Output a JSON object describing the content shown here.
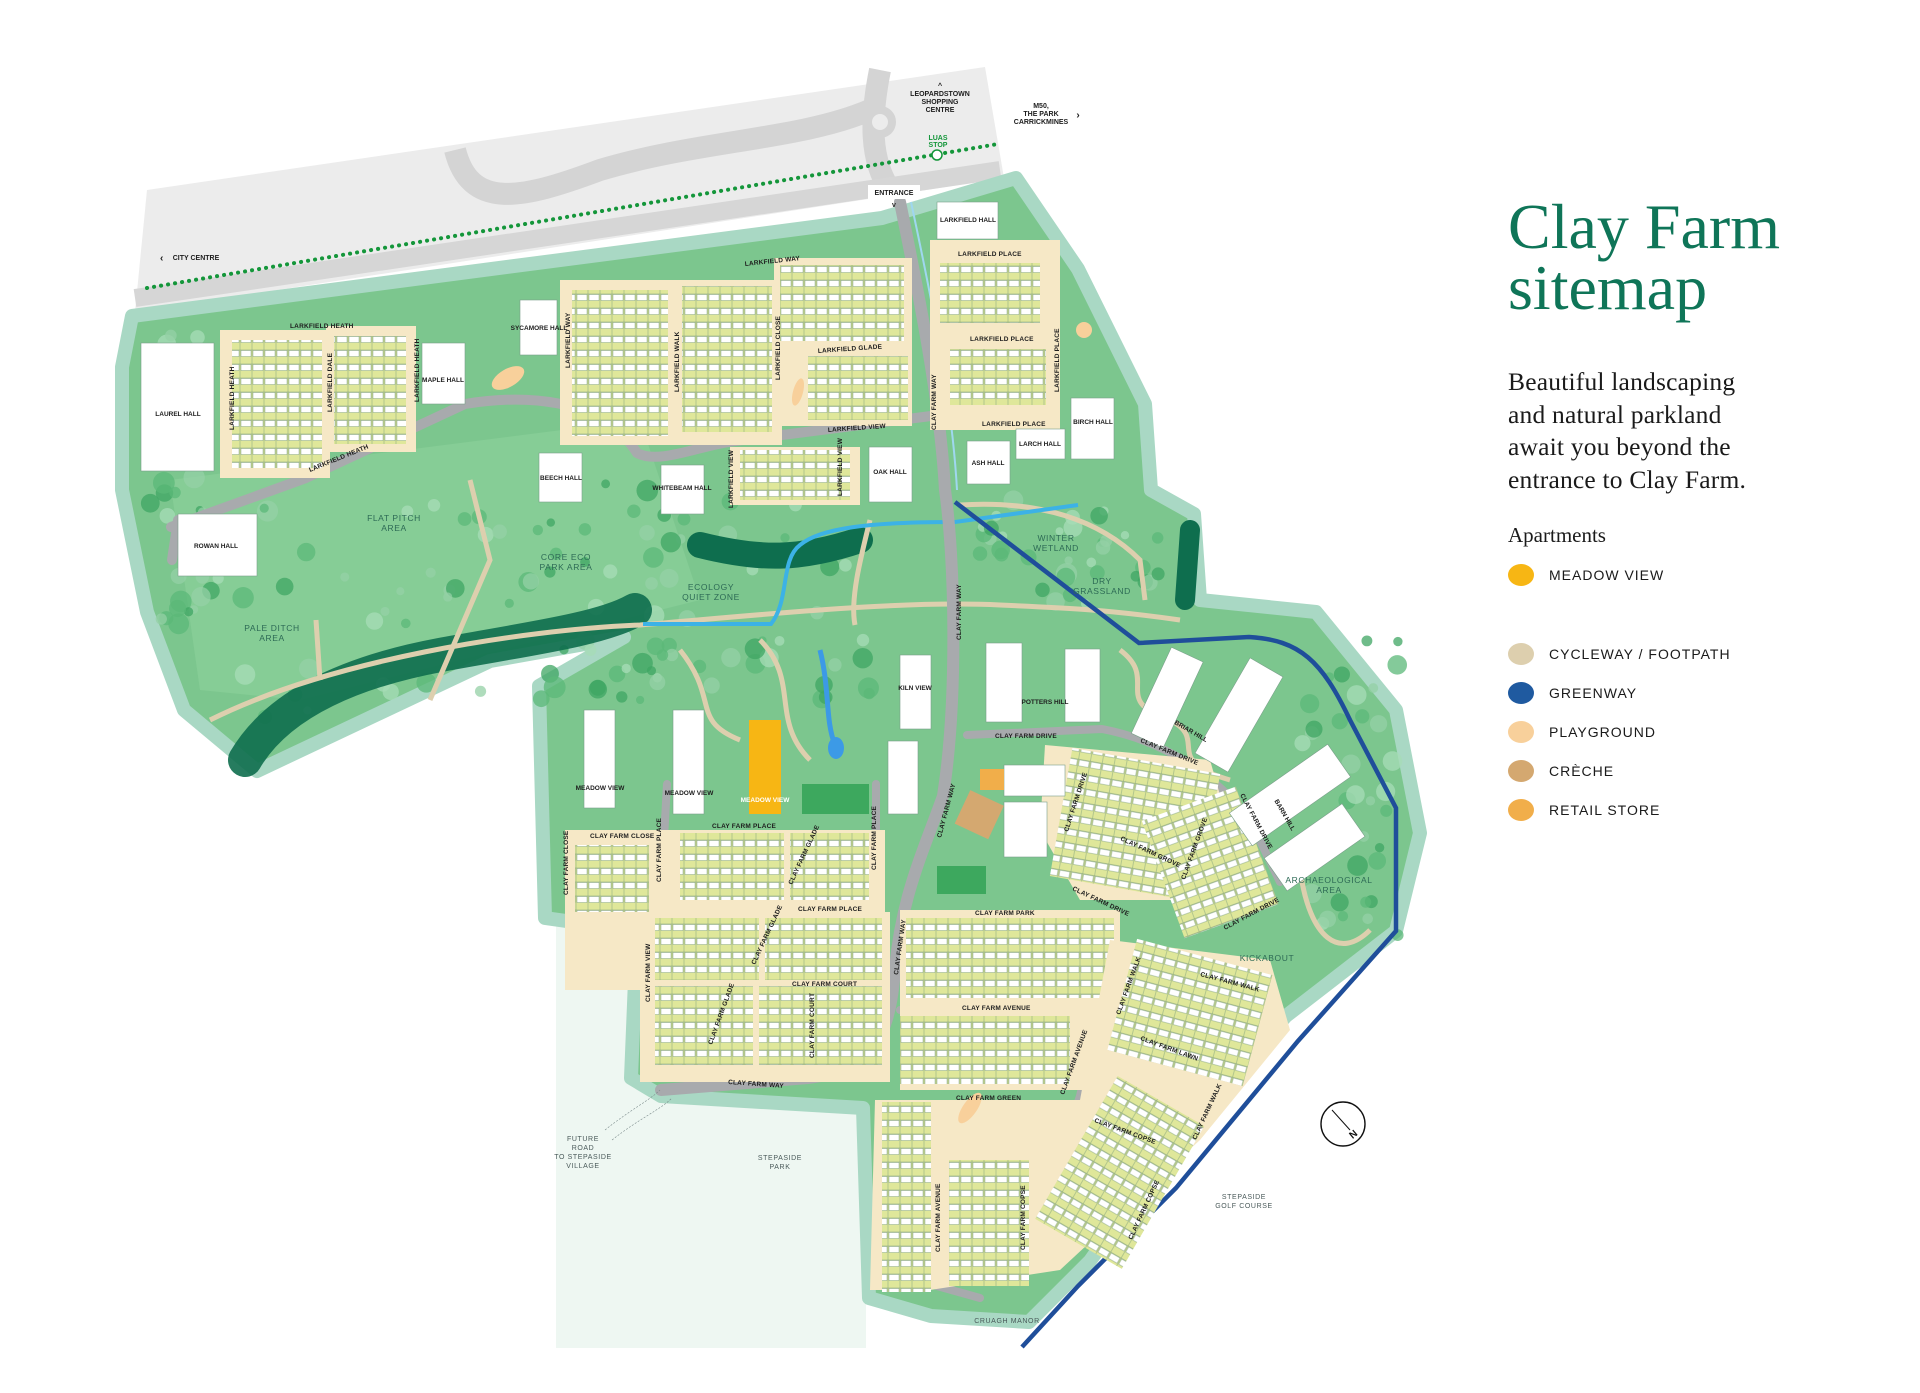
{
  "panel": {
    "title_lines": [
      "Clay Farm",
      "sitemap"
    ],
    "description_lines": [
      "Beautiful landscaping",
      "and natural parkland",
      "await you beyond the",
      "entrance to Clay Farm."
    ],
    "apartments_heading": "Apartments",
    "apartments_legend": [
      {
        "label": "MEADOW VIEW",
        "color": "#f7b614"
      }
    ],
    "legend": [
      {
        "label": "CYCLEWAY / FOOTPATH",
        "color": "#ddcfae"
      },
      {
        "label": "GREENWAY",
        "color": "#1f5aa0"
      },
      {
        "label": "PLAYGROUND",
        "color": "#f8d09b"
      },
      {
        "label": "CRÈCHE",
        "color": "#d4a870"
      },
      {
        "label": "RETAIL STORE",
        "color": "#f1ae4a"
      }
    ]
  },
  "map": {
    "destinations": {
      "leopardstown": [
        "LEOPARDSTOWN",
        "SHOPPING",
        "CENTRE"
      ],
      "m50": [
        "M50,",
        "THE PARK",
        "CARRICKMINES"
      ],
      "city_centre": "CITY CENTRE",
      "luas": [
        "LUAS",
        "STOP"
      ],
      "entrance": "ENTRANCE"
    },
    "buildings": [
      "LAUREL HALL",
      "ROWAN HALL",
      "SYCAMORE HALL",
      "MAPLE HALL",
      "BEECH HALL",
      "WHITEBEAM HALL",
      "OAK HALL",
      "LARKFIELD HALL",
      "ASH HALL",
      "LARCH HALL",
      "BIRCH HALL",
      "MEADOW VIEW",
      "MEADOW VIEW",
      "MEADOW VIEW",
      "KILN VIEW",
      "POTTERS HILL",
      "BRIAR HILL",
      "BARN HILL"
    ],
    "streets": [
      "LARKFIELD HEATH",
      "LARKFIELD HEATH",
      "LARKFIELD DALE",
      "LARKFIELD HEATH",
      "LARKFIELD HEATH",
      "LARKFIELD WAY",
      "LARKFIELD WAY",
      "LARKFIELD WALK",
      "LARKFIELD CLOSE",
      "LARKFIELD GLADE",
      "LARKFIELD VIEW",
      "LARKFIELD VIEW",
      "LARKFIELD VIEW",
      "LARKFIELD PLACE",
      "LARKFIELD PLACE",
      "LARKFIELD PLACE",
      "LARKFIELD PLACE",
      "CLAY FARM WAY",
      "CLAY FARM WAY",
      "CLAY FARM WAY",
      "CLAY FARM WAY",
      "CLAY FARM WAY",
      "CLAY FARM DRIVE",
      "CLAY FARM DRIVE",
      "CLAY FARM DRIVE",
      "CLAY FARM DRIVE",
      "CLAY FARM DRIVE",
      "CLAY FARM DRIVE",
      "CLAY FARM GROVE",
      "CLAY FARM GROVE",
      "CLAY FARM PLACE",
      "CLAY FARM PLACE",
      "CLAY FARM PLACE",
      "CLAY FARM PLACE",
      "CLAY FARM CLOSE",
      "CLAY FARM CLOSE",
      "CLAY FARM GLADE",
      "CLAY FARM GLADE",
      "CLAY FARM GLADE",
      "CLAY FARM PARK",
      "CLAY FARM VIEW",
      "CLAY FARM COURT",
      "CLAY FARM COURT",
      "CLAY FARM AVENUE",
      "CLAY FARM AVENUE",
      "CLAY FARM AVENUE",
      "CLAY FARM GREEN",
      "CLAY FARM WALK",
      "CLAY FARM WALK",
      "CLAY FARM WALK",
      "CLAY FARM LAWN",
      "CLAY FARM COPSE",
      "CLAY FARM COPSE",
      "CLAY FARM COPSE"
    ],
    "areas": {
      "flat_pitch": [
        "FLAT PITCH",
        "AREA"
      ],
      "core_eco": [
        "CORE ECO",
        "PARK AREA"
      ],
      "ecology": [
        "ECOLOGY",
        "QUIET ZONE"
      ],
      "winter_wetland": [
        "WINTER",
        "WETLAND"
      ],
      "dry_grassland": [
        "DRY",
        "GRASSLAND"
      ],
      "pale_ditch": [
        "PALE DITCH",
        "AREA"
      ],
      "archaeological": [
        "ARCHAEOLOGICAL",
        "AREA"
      ],
      "kickabout": "KICKABOUT",
      "stepaside_park": [
        "STEPASIDE",
        "PARK"
      ],
      "future_road": [
        "FUTURE",
        "ROAD",
        "TO STEPASIDE",
        "VILLAGE"
      ],
      "golf_course": [
        "STEPASIDE",
        "GOLF COURSE"
      ],
      "cruagh_manor": "CRUAGH MANOR"
    },
    "compass_label": "N",
    "colors": {
      "park": "#7cc68e",
      "park_dark": "#4fae6e",
      "trees": "#0e6e4e",
      "road": "#a8aaad",
      "outer_road": "#ececec",
      "path": "#ddcfae",
      "stream": "#3cb2e6",
      "greenway": "#1f4e9a",
      "luas": "#14963a",
      "houses": "#dfe79a",
      "plot": "#f6e8c6"
    }
  }
}
